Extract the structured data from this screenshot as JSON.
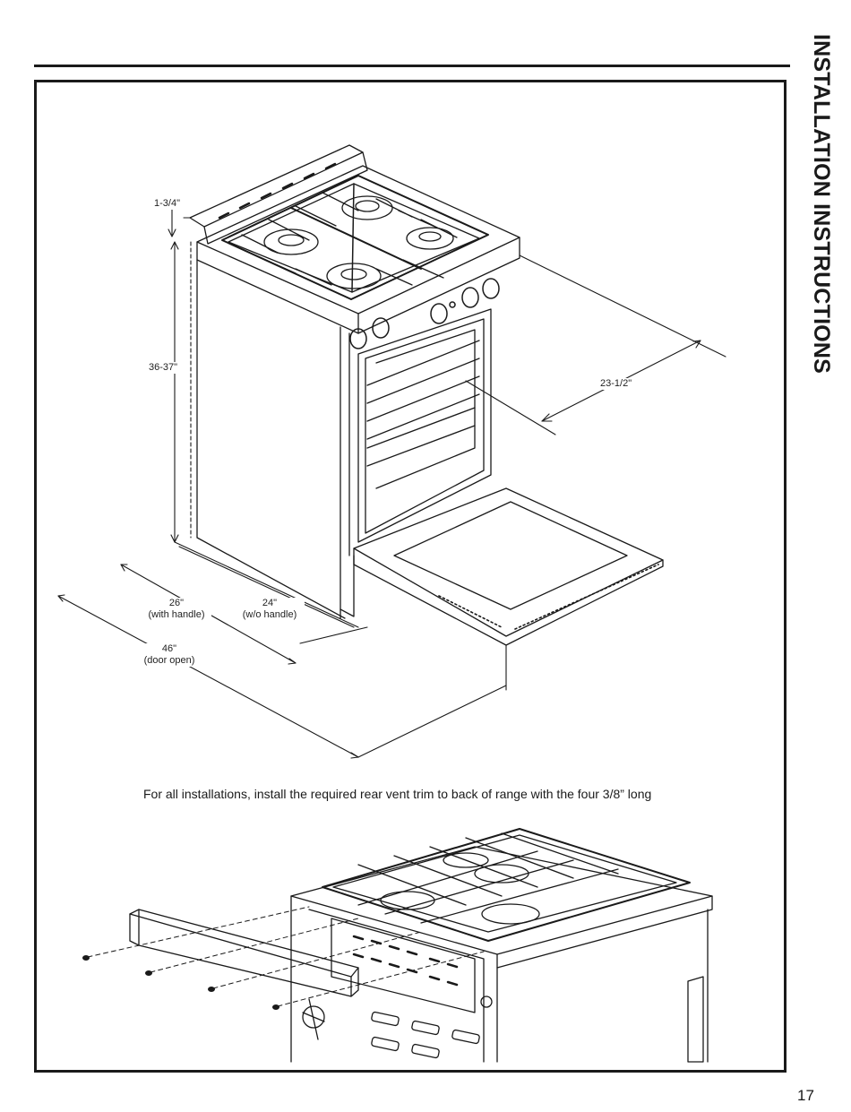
{
  "side_title": "INSTALLATION INSTRUCTIONS",
  "page_number": "17",
  "dimensions": {
    "top_offset": "1-3/4\"",
    "height": "36-37\"",
    "depth_side": "23-1/2\"",
    "with_handle_value": "26\"",
    "with_handle_note": "(with handle)",
    "without_handle_value": "24\"",
    "without_handle_note": "(w/o handle)",
    "door_open_value": "46\"",
    "door_open_note": "(door open)"
  },
  "caption": "For all installations, install the required rear vent trim to back of range with the four 3/8” long"
}
